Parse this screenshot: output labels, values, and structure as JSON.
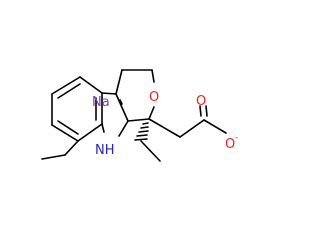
{
  "structure": {
    "counter_ion": "Na",
    "ring_oxygen": "O",
    "carbonyl_oxygen": "O",
    "carboxylate_oxygen": "O",
    "carboxylate_charge": "-",
    "indole_nitrogen": "NH"
  },
  "colors": {
    "bond": "#000000",
    "sodium": "#7b3fc4",
    "oxygen": "#e8251c",
    "nitrogen": "#2424d6"
  }
}
